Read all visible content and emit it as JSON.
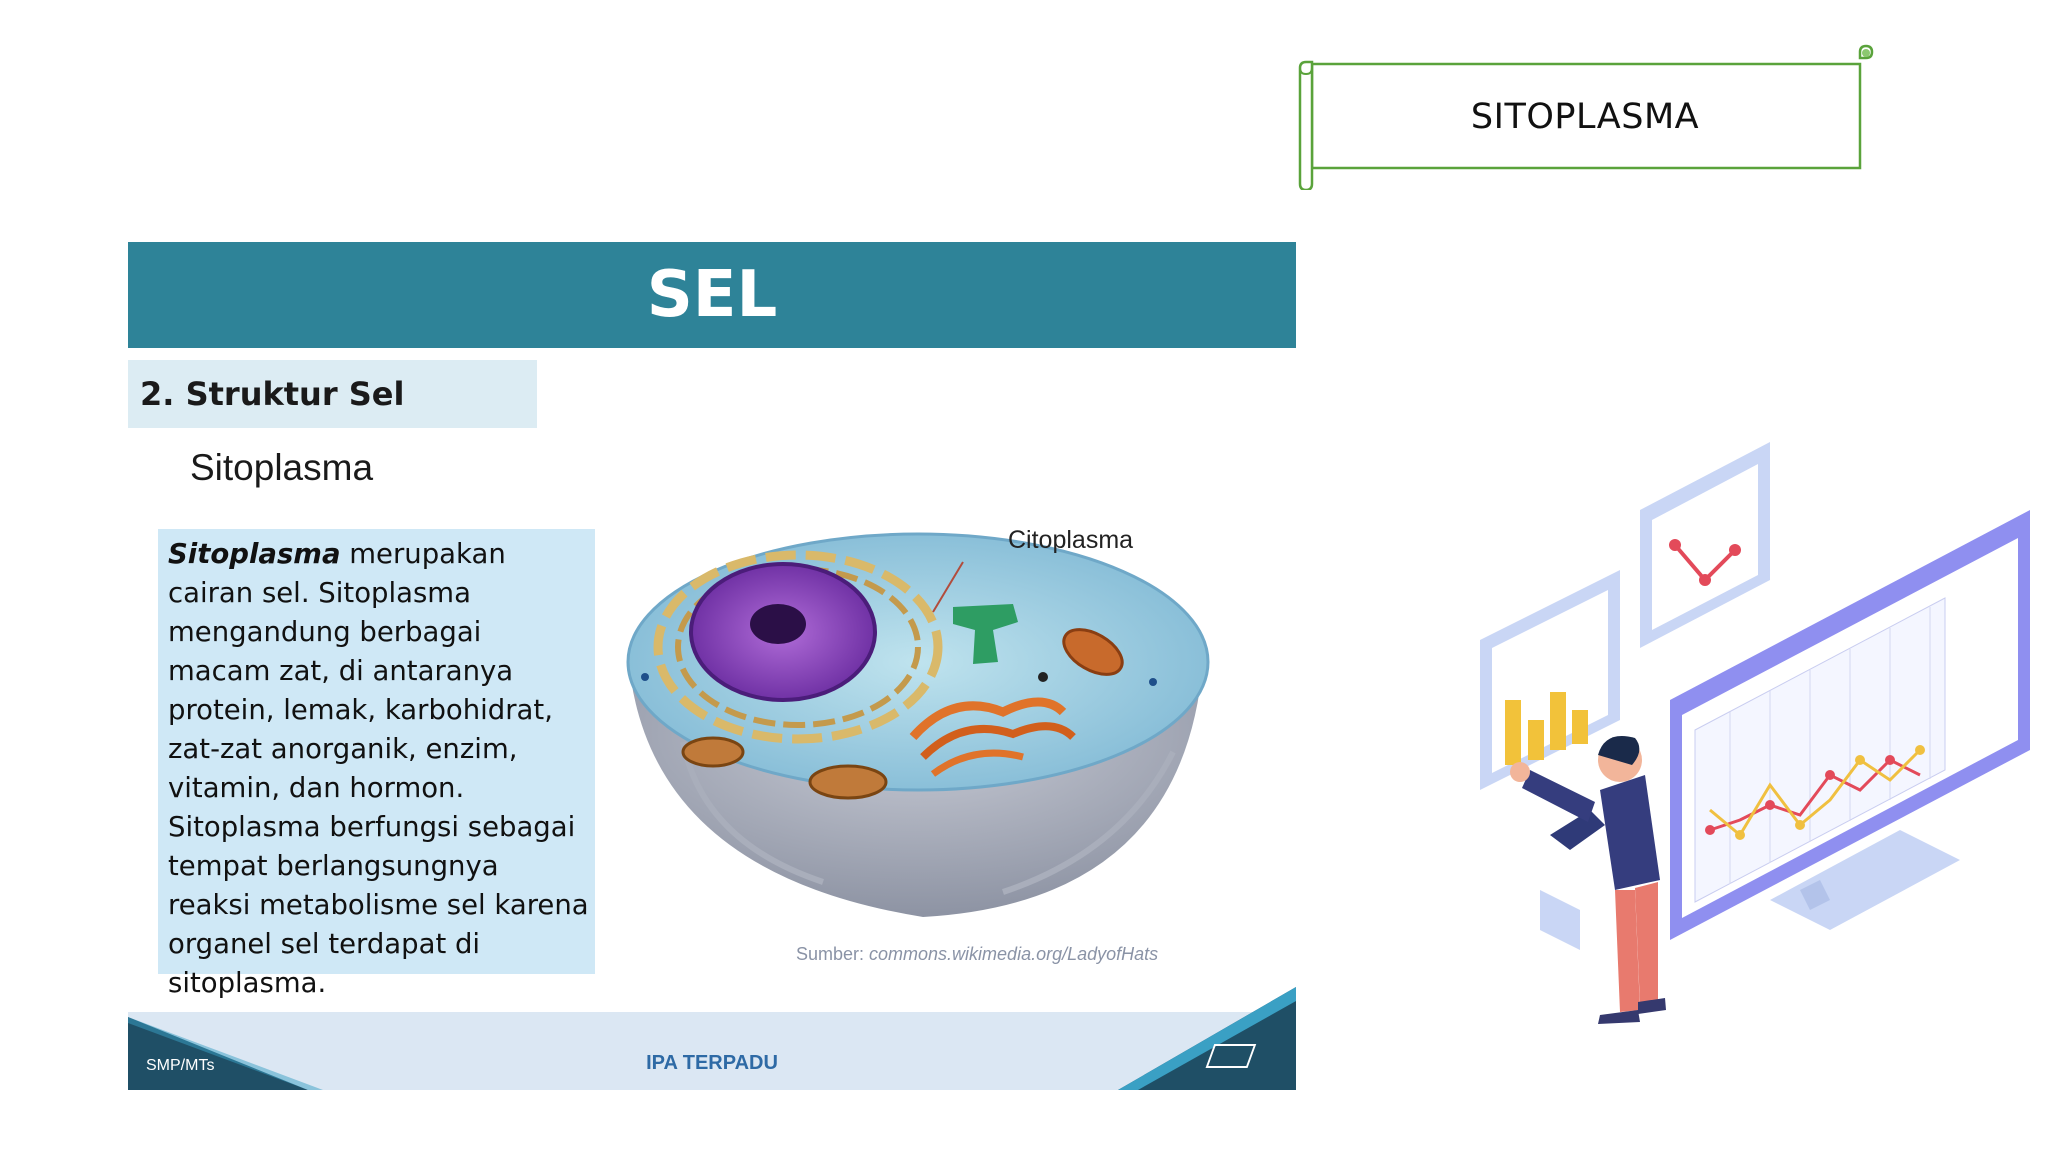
{
  "banner": {
    "label": "SITOPLASMA"
  },
  "slide": {
    "title": "SEL",
    "section": "2. Struktur Sel",
    "subtitle": "Sitoplasma",
    "paragraph_term": "Sitoplasma",
    "paragraph_body": " merupakan cairan sel. Sitoplasma mengandung berbagai macam zat, di antaranya protein, lemak, karbohidrat, zat-zat anorganik, enzim, vitamin, dan hormon. Sitoplasma berfungsi sebagai tempat berlangsungnya reaksi metabolisme sel karena organel sel terdapat di sitoplasma.",
    "cell_label": "Citoplasma",
    "source_prefix": "Sumber: ",
    "source_link": "commons.wikimedia.org/LadyofHats",
    "footer_left": "SMP/MTs",
    "footer_center": "IPA TERPADU"
  },
  "colors": {
    "header": "#2e8398",
    "textbox": "#cfe8f6",
    "banner_border": "#5aa33b"
  }
}
